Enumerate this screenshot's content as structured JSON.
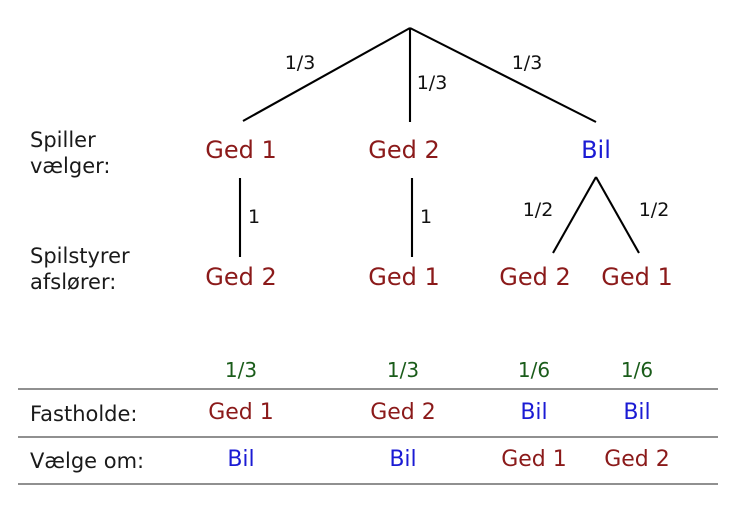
{
  "colors": {
    "goat": "#8b1a1a",
    "car": "#1b1bd4",
    "probability_green": "#1a5c1a",
    "text": "#1a1a1a",
    "line": "#000000",
    "rule": "#909090",
    "background": "#ffffff"
  },
  "tree": {
    "row_labels": {
      "level1_line1": "Spiller",
      "level1_line2": "vælger:",
      "level2_line1": "Spilstyrer",
      "level2_line2": "afslører:"
    },
    "root_edges": [
      {
        "label": "1/3"
      },
      {
        "label": "1/3"
      },
      {
        "label": "1/3"
      }
    ],
    "level1_nodes": [
      {
        "label": "Ged 1",
        "kind": "goat"
      },
      {
        "label": "Ged 2",
        "kind": "goat"
      },
      {
        "label": "Bil",
        "kind": "car"
      }
    ],
    "level2_edges": [
      {
        "label": "1"
      },
      {
        "label": "1"
      },
      {
        "label": "1/2"
      },
      {
        "label": "1/2"
      }
    ],
    "level2_nodes": [
      {
        "label": "Ged 2",
        "kind": "goat"
      },
      {
        "label": "Ged 1",
        "kind": "goat"
      },
      {
        "label": "Ged 2",
        "kind": "goat"
      },
      {
        "label": "Ged 1",
        "kind": "goat"
      }
    ]
  },
  "table": {
    "headers": [
      "1/3",
      "1/3",
      "1/6",
      "1/6"
    ],
    "rows": [
      {
        "label": "Fastholde:",
        "cells": [
          {
            "label": "Ged 1",
            "kind": "goat"
          },
          {
            "label": "Ged 2",
            "kind": "goat"
          },
          {
            "label": "Bil",
            "kind": "car"
          },
          {
            "label": "Bil",
            "kind": "car"
          }
        ]
      },
      {
        "label": "Vælge om:",
        "cells": [
          {
            "label": "Bil",
            "kind": "car"
          },
          {
            "label": "Bil",
            "kind": "car"
          },
          {
            "label": "Ged 1",
            "kind": "goat"
          },
          {
            "label": "Ged 2",
            "kind": "goat"
          }
        ]
      }
    ]
  }
}
